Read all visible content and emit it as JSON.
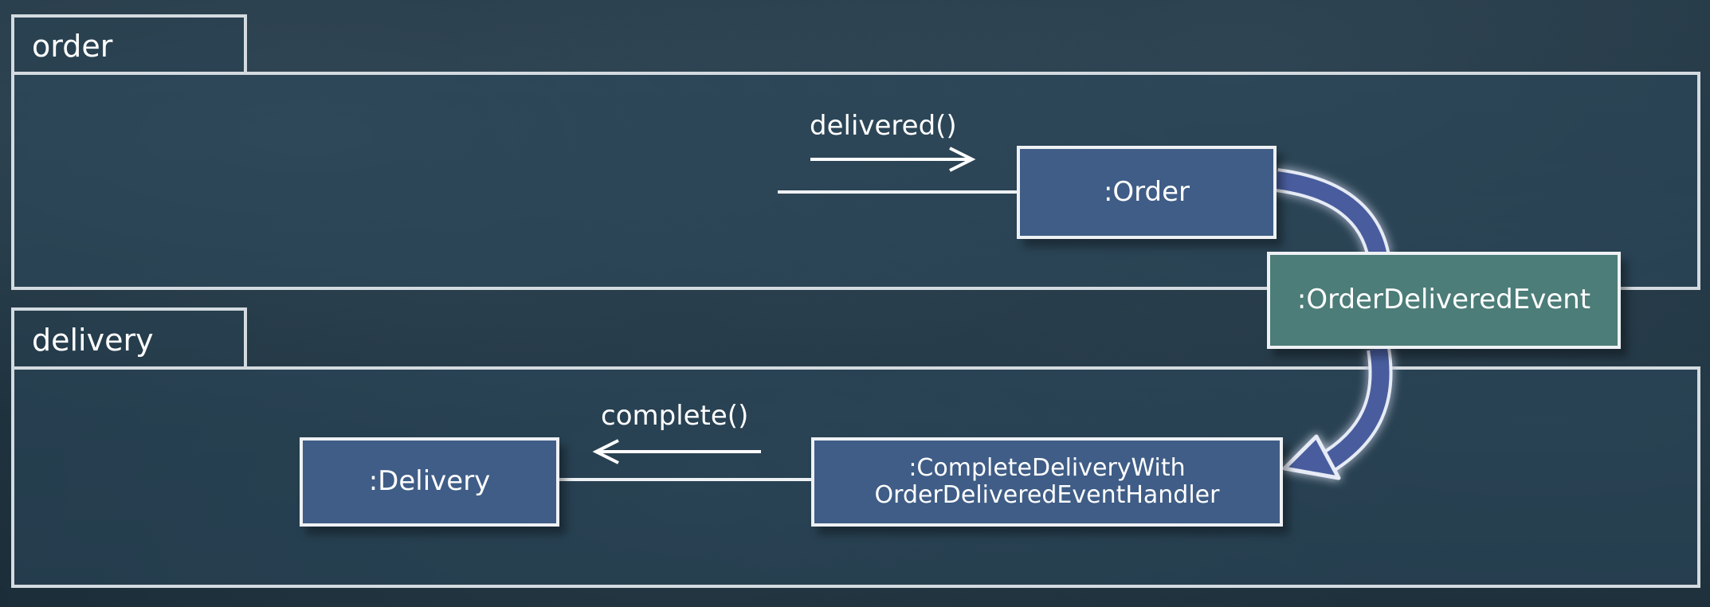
{
  "packages": {
    "order": {
      "name": "order"
    },
    "delivery": {
      "name": "delivery"
    }
  },
  "objects": {
    "order": ":Order",
    "event": ":OrderDeliveredEvent",
    "handler": ":CompleteDeliveryWith\nOrderDeliveredEventHandler",
    "delivery": ":Delivery"
  },
  "messages": {
    "delivered": "delivered()",
    "complete": "complete()"
  },
  "colors": {
    "object_fill": "#3f5d86",
    "event_fill": "#4c7d78",
    "flow_arrow": "#4a5d9e",
    "frame": "#d4dbe0"
  }
}
